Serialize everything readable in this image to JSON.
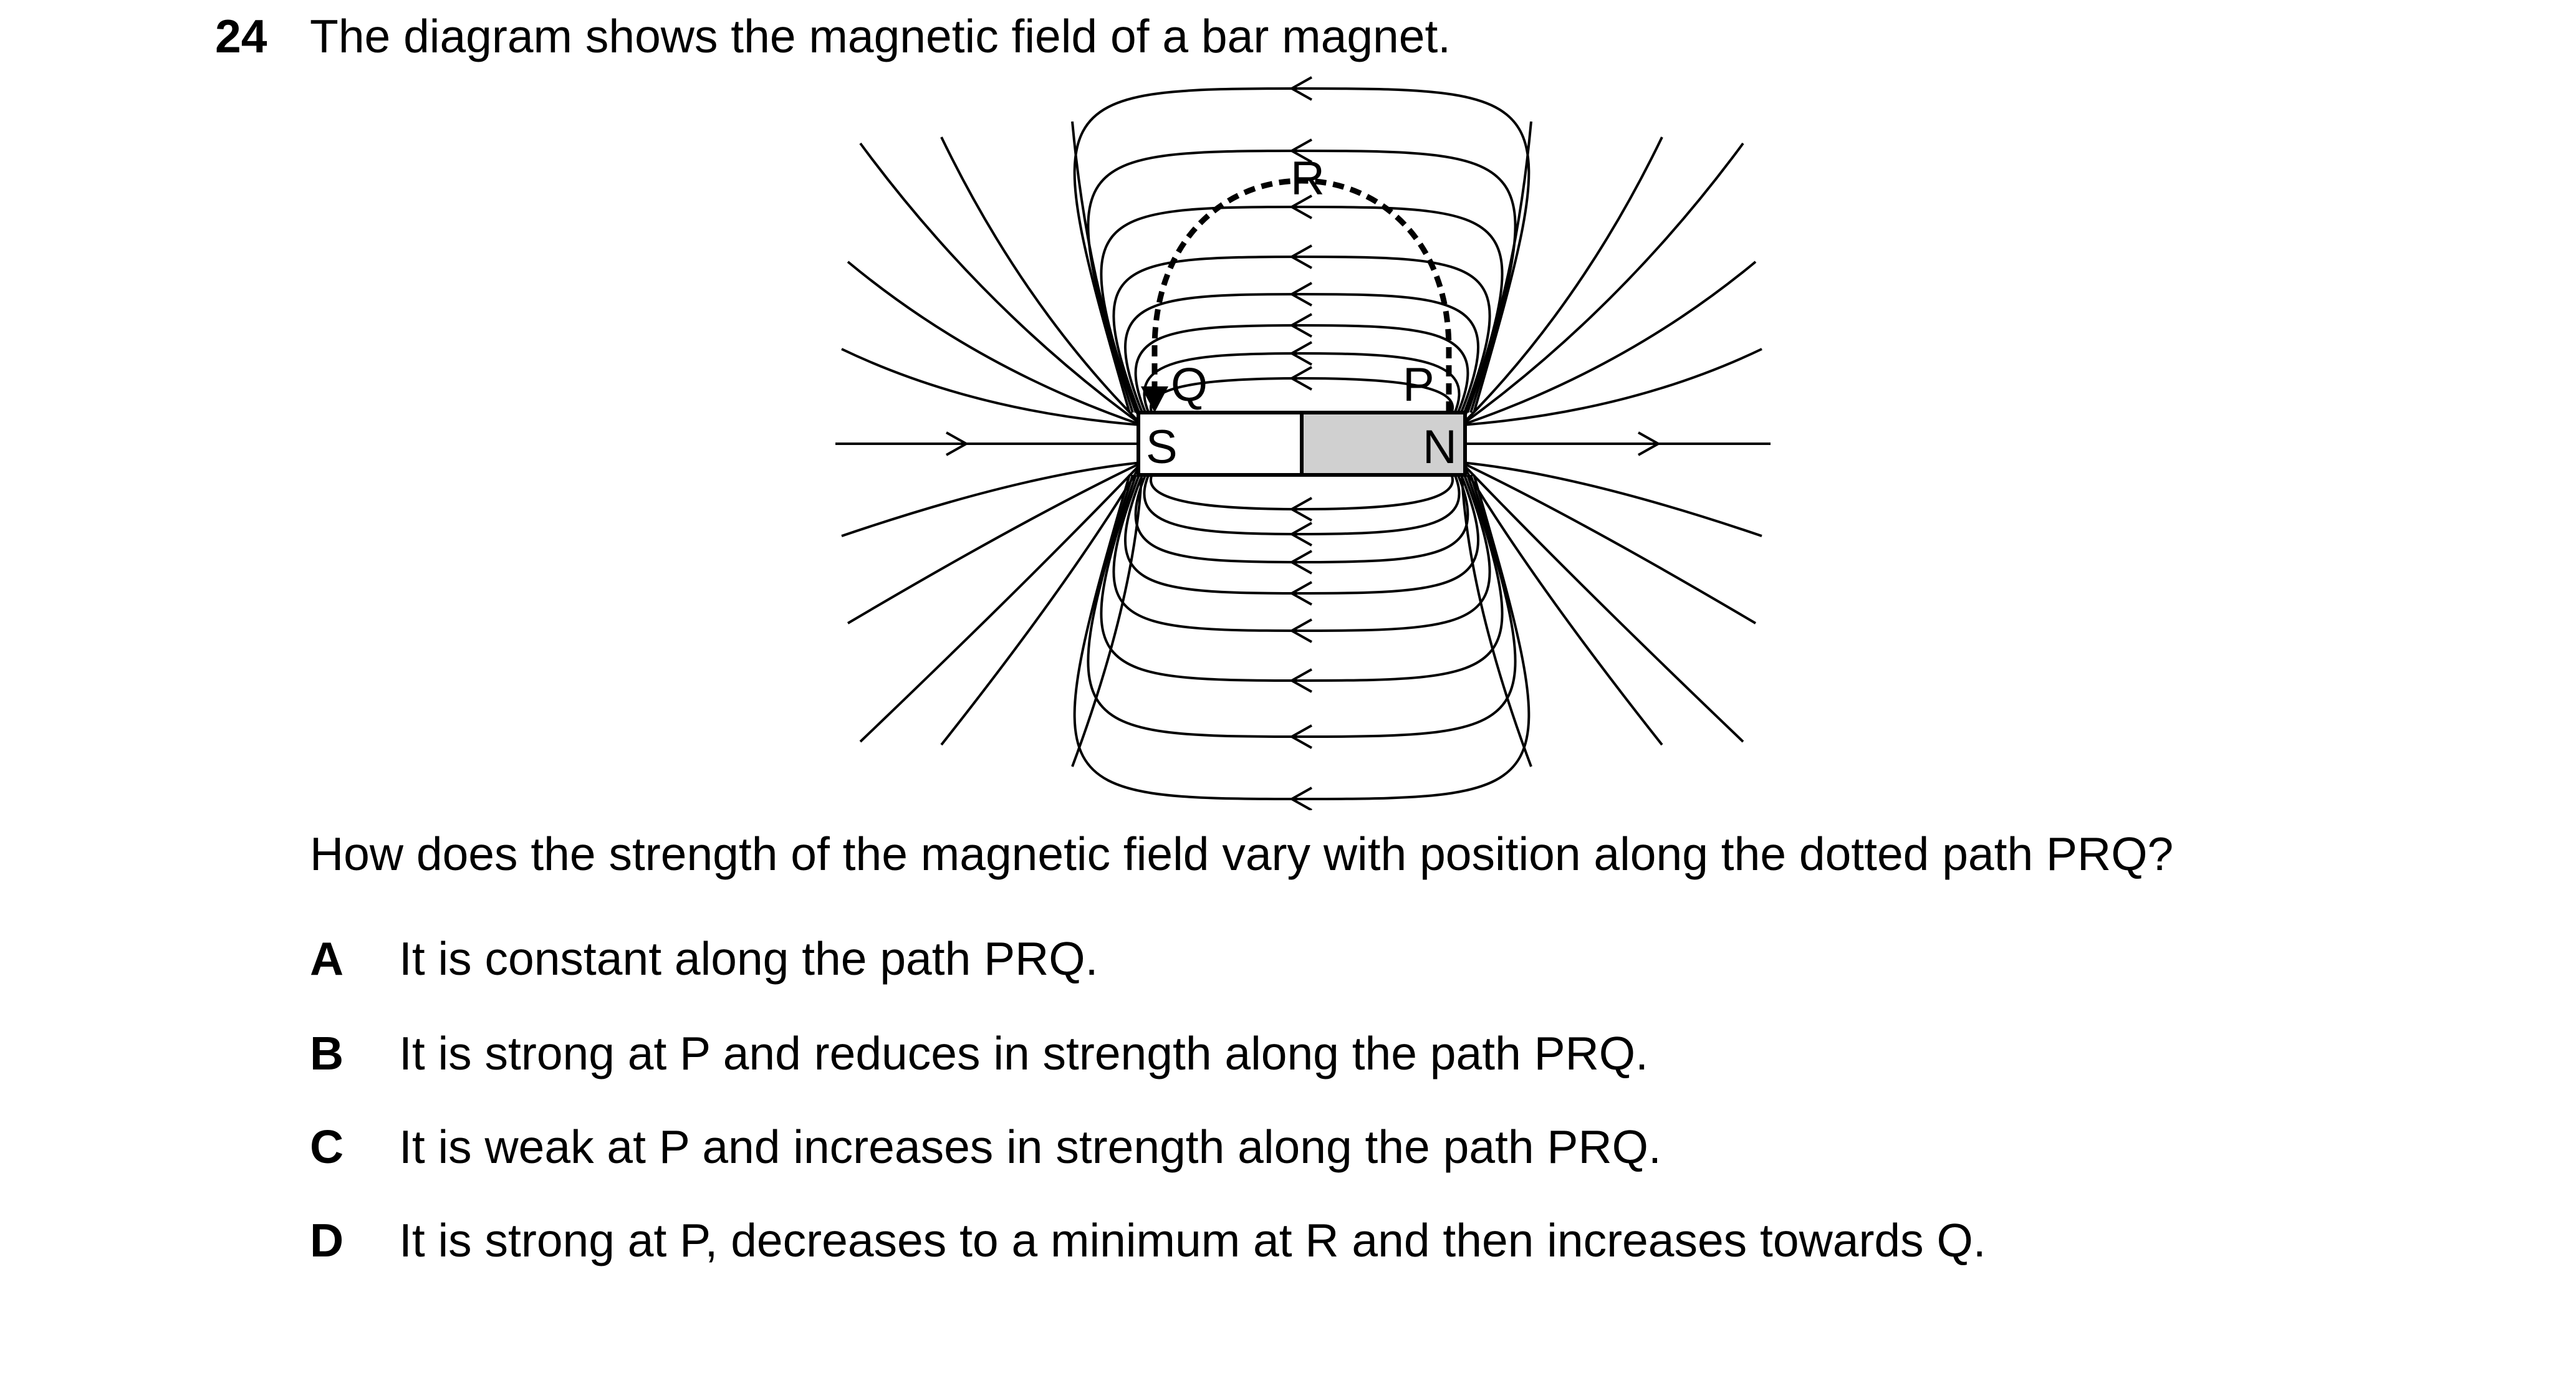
{
  "question": {
    "number": "24",
    "stem": "The diagram shows the magnetic field of a bar magnet.",
    "prompt": "How does the strength of the magnetic field vary with position along the dotted path PRQ?",
    "options": [
      {
        "letter": "A",
        "text": "It is constant along the path PRQ."
      },
      {
        "letter": "B",
        "text": "It is strong at P and reduces in strength along the path PRQ."
      },
      {
        "letter": "C",
        "text": "It is weak at P and increases in strength along the path PRQ."
      },
      {
        "letter": "D",
        "text": "It is strong at P, decreases to a minimum at R and then increases towards Q."
      }
    ]
  },
  "diagram": {
    "labels": {
      "s": "S",
      "n": "N",
      "p": "P",
      "q": "Q",
      "r": "R"
    },
    "colors": {
      "north_half": "#d0d0d0",
      "south_half": "#ffffff",
      "lines": "#000000"
    }
  }
}
